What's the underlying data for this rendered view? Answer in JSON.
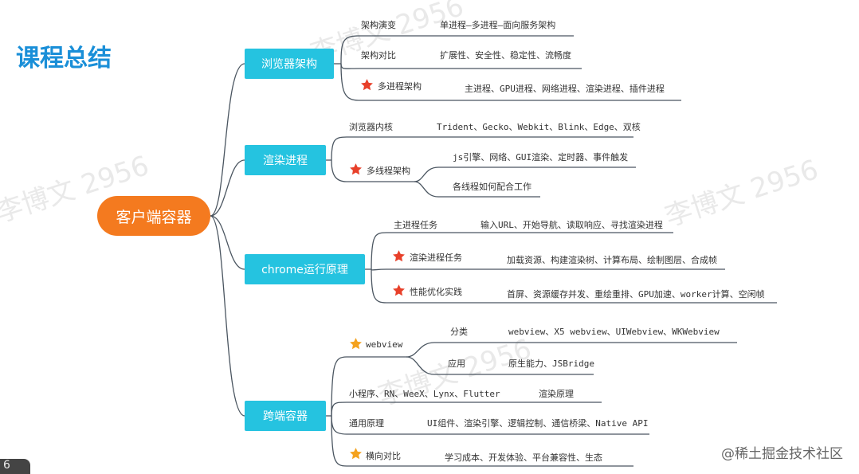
{
  "title": "课程总结",
  "root": "客户端容器",
  "branches": {
    "browser": {
      "label": "浏览器架构",
      "evolution_label": "架构演变",
      "evolution_value": "单进程—多进程—面向服务架构",
      "compare_label": "架构对比",
      "compare_value": "扩展性、安全性、稳定性、流畅度",
      "multiproc_label": "多进程架构",
      "multiproc_value": "主进程、GPU进程、网络进程、渲染进程、插件进程"
    },
    "render": {
      "label": "渲染进程",
      "kernel_label": "浏览器内核",
      "kernel_value": "Trident、Gecko、Webkit、Blink、Edge、双核",
      "thread_label": "多线程架构",
      "thread_value_1": "js引擎、网络、GUI渲染、定时器、事件触发",
      "thread_value_2": "各线程如何配合工作"
    },
    "chrome": {
      "label": "chrome运行原理",
      "main_label": "主进程任务",
      "main_value": "输入URL、开始导航、读取响应、寻找渲染进程",
      "render_label": "渲染进程任务",
      "render_value": "加载资源、构建渲染树、计算布局、绘制图层、合成帧",
      "perf_label": "性能优化实践",
      "perf_value": "首屏、资源缓存并发、重绘重排、GPU加速、worker计算、空闲帧"
    },
    "cross": {
      "label": "跨端容器",
      "webview_label": "webview",
      "category_label": "分类",
      "category_value": "webview、X5 webview、UIWebview、WKWebview",
      "app_label": "应用",
      "app_value": "原生能力、JSBridge",
      "mini_label": "小程序、RN、WeeX、Lynx、Flutter",
      "mini_value": "渲染原理",
      "general_label": "通用原理",
      "general_value": "UI组件、渲染引擎、逻辑控制、通信桥梁、Native API",
      "horizontal_label": "横向对比",
      "horizontal_value": "学习成本、开发体验、平台兼容性、生态"
    }
  },
  "watermark": "李博文 2956",
  "brand": "@稀土掘金技术社区",
  "corner_mark": "6",
  "colors": {
    "title": "#1a8fd8",
    "root": "#f47a1f",
    "branch": "#25c3e0",
    "line": "#4a5560",
    "star_red": "#e8402a",
    "star_orange": "#f4a21e"
  }
}
